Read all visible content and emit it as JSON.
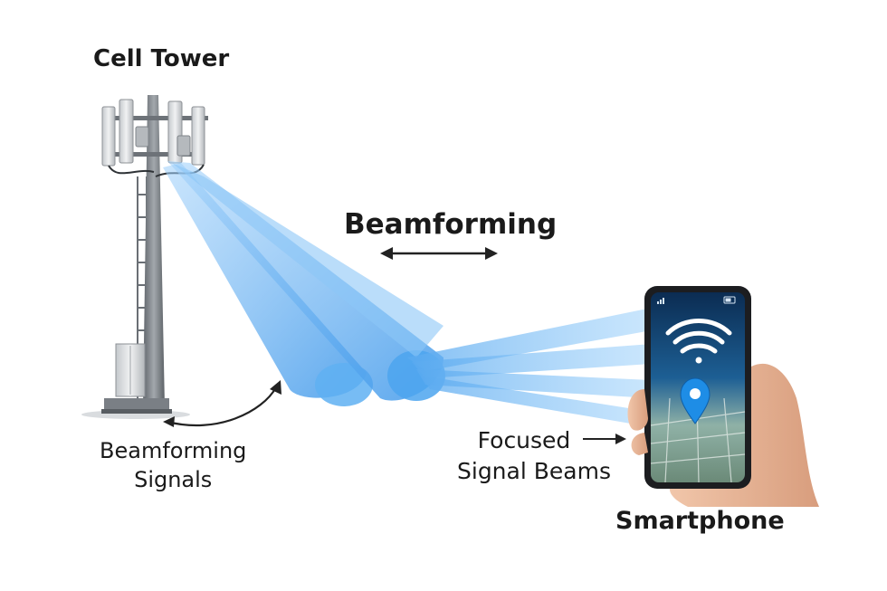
{
  "labels": {
    "cell_tower": "Cell Tower",
    "beamforming": "Beamforming",
    "beamforming_signals_line1": "Beamforming",
    "beamforming_signals_line2": "Signals",
    "focused_line1": "Focused",
    "focused_line2": "Signal Beams",
    "smartphone": "Smartphone"
  },
  "colors": {
    "beam": "#4aa3f0",
    "beam_light": "#bfe0fb",
    "tower_metal": "#7d8288",
    "antenna": "#d6d9dc",
    "phone_body": "#1c1d20",
    "screen_top": "#0d3a66",
    "pin": "#1e8de6",
    "skin": "#eab99b",
    "text": "#1a1a1a"
  },
  "icons": [
    "wifi-icon",
    "location-pin-icon",
    "signal-bars-icon",
    "battery-icon"
  ]
}
